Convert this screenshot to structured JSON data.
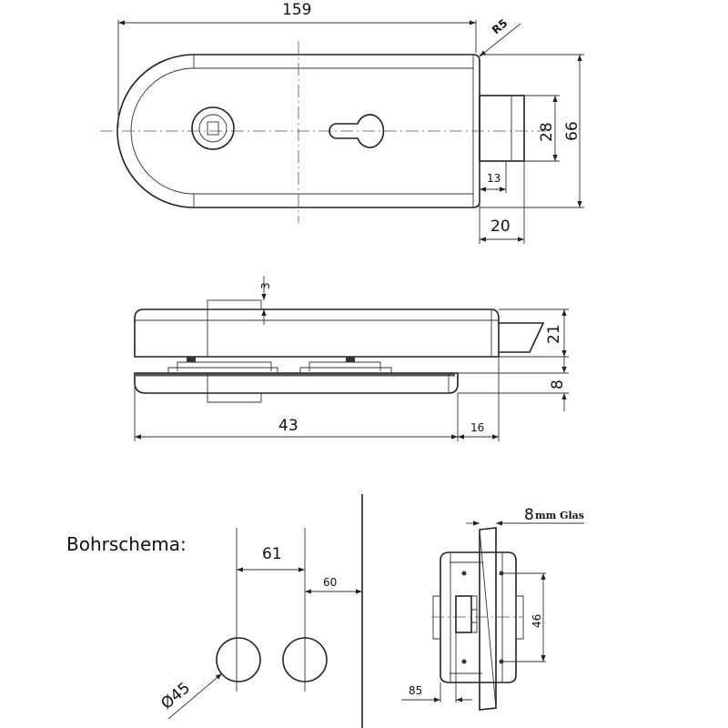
{
  "top_view": {
    "width": "159",
    "radius": "R5",
    "height": "66",
    "bolt_height": "28",
    "bolt_inner": "13",
    "bolt_length": "20"
  },
  "side_view": {
    "tab": "3",
    "body_height": "21",
    "plate_height": "8",
    "length": "43",
    "bolt": "16"
  },
  "drilling": {
    "title": "Bohrschema:",
    "spacing": "61",
    "edge": "60",
    "diameter": "Ø45"
  },
  "detail": {
    "glass_num": "8",
    "glass_unit": "mm Glas",
    "hole_spacing": "46",
    "offset": "85"
  }
}
